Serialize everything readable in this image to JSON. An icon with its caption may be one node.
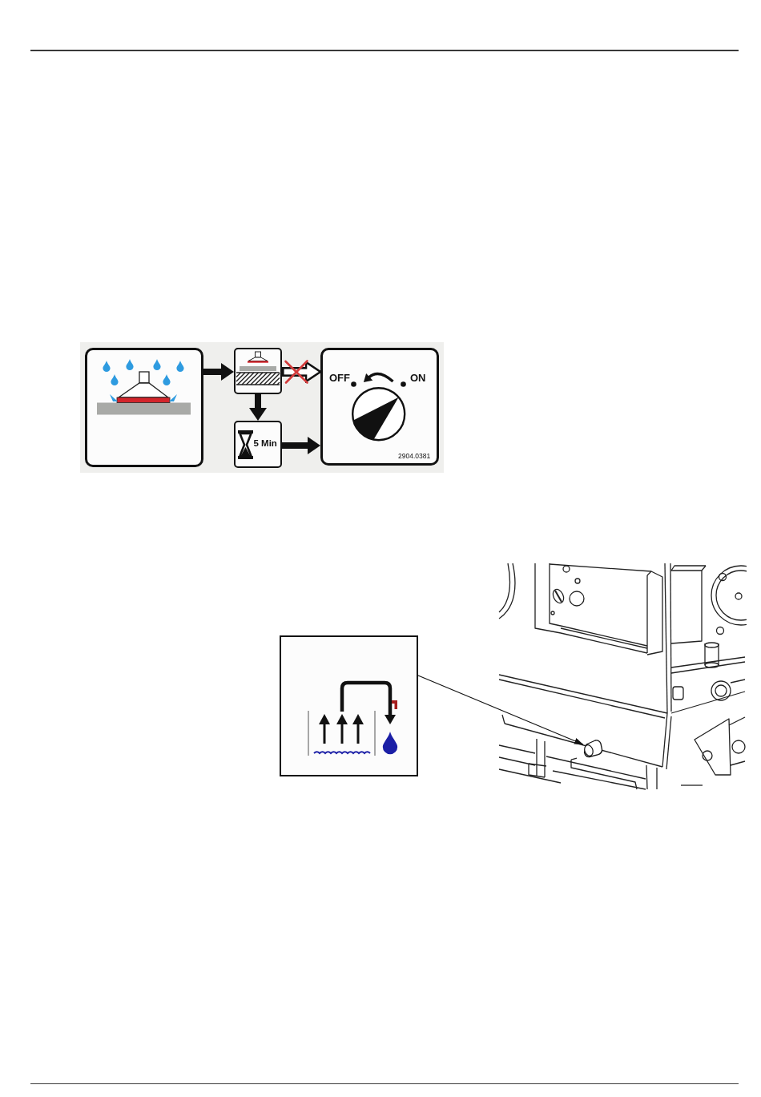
{
  "diagram": {
    "nodes": [
      {
        "text": [],
        "shape": "picture"
      },
      {
        "text": [],
        "shape": "picture"
      },
      {
        "text": [
          "5 Min"
        ]
      },
      {
        "text": [
          "OFF",
          "ON",
          "2904.0381"
        ]
      },
      {
        "text": [],
        "shape": "picture"
      },
      {
        "text": [],
        "shape": "picture"
      }
    ],
    "edges": [
      {
        "from": 0,
        "to": 1,
        "arrow": "to",
        "style": "thick"
      },
      {
        "from": 1,
        "to": 3,
        "arrow": "to",
        "style": "thick"
      },
      {
        "from": 1,
        "to": 2,
        "arrow": "to",
        "style": "thick"
      },
      {
        "from": 2,
        "to": 3,
        "arrow": "to",
        "style": "thick"
      },
      {
        "from": 4,
        "to": 5,
        "arrow": "to"
      }
    ]
  }
}
